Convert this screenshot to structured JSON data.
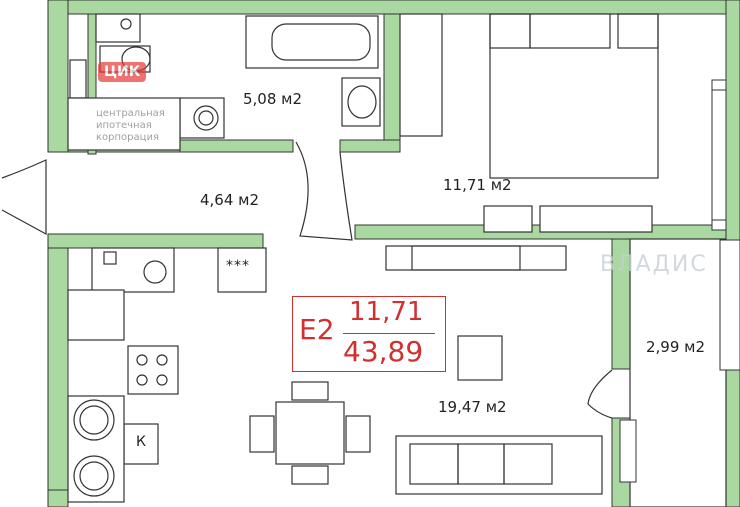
{
  "rooms": [
    {
      "id": "bathroom",
      "area": "5,08 м2"
    },
    {
      "id": "hall",
      "area": "4,64 м2"
    },
    {
      "id": "bedroom",
      "area": "11,71 м2"
    },
    {
      "id": "living",
      "area": "19,47 м2"
    },
    {
      "id": "loggia",
      "area": "2,99 м2"
    }
  ],
  "plan_badge": {
    "code": "E2",
    "living_area": "11,71",
    "total_area": "43,89",
    "color": "#d32f2f"
  },
  "logo": {
    "brand": "ЦИК",
    "tagline_lines": [
      "центральная",
      "ипотечная",
      "корпорация"
    ],
    "color": "#e53935"
  },
  "watermark": {
    "text": "ВЛАДИС"
  },
  "stove_marks": "***",
  "cabinet_letter": "К",
  "colors": {
    "wall": "#a9d8a0",
    "line": "#333333",
    "plan_red": "#d32f2f"
  }
}
